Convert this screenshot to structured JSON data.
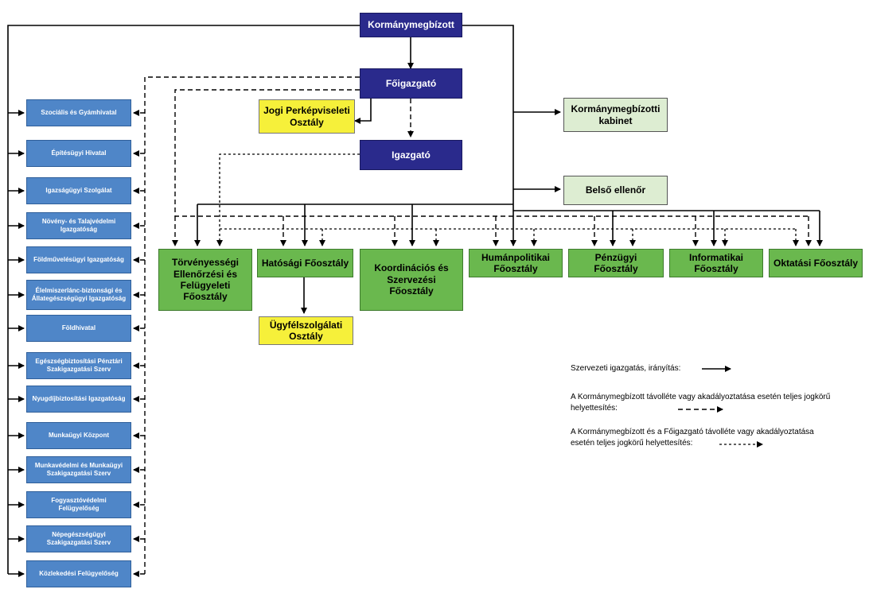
{
  "top": {
    "kormanymegbizott": "Kormánymegbízott",
    "foigazgato": "Főigazgató",
    "igazgato": "Igazgató",
    "jogi": "Jogi Perképviseleti Osztály",
    "kabinet": "Kormánymegbízotti kabinet",
    "belso": "Belső ellenőr"
  },
  "departments": [
    "Törvényességi Ellenőrzési és Felügyeleti Főosztály",
    "Hatósági Főosztály",
    "Koordinációs és Szervezési Főosztály",
    "Humánpolitikai Főosztály",
    "Pénzügyi Főosztály",
    "Informatikai Főosztály",
    "Oktatási Főosztály"
  ],
  "ugyfel": "Ügyfélszolgálati Osztály",
  "offices": [
    "Szociális és Gyámhivatal",
    "Építésügyi Hivatal",
    "Igazságügyi Szolgálat",
    "Növény- és Talajvédelmi Igazgatóság",
    "Földművelésügyi Igazgatóság",
    "Élelmiszerlánc-biztonsági és Állategészségügyi Igazgatóság",
    "Földhivatal",
    "Egészségbiztosítási Pénztári Szakigazgatási Szerv",
    "Nyugdíjbiztosítási Igazgatóság",
    "Munkaügyi Központ",
    "Munkavédelmi és Munkaügyi Szakigazgatási Szerv",
    "Fogyasztóvédelmi Felügyelőség",
    "Népegészségügyi Szakigazgatási Szerv",
    "Közlekedési Felügyelőség"
  ],
  "legend": {
    "solid": "Szervezeti igazgatás, irányítás:",
    "dashed_line1": "A Kormánymegbízott távolléte vagy akadályoztatása esetén teljes jogkörű",
    "dashed_line2": "helyettesítés:",
    "dotted_line1": "A Kormánymegbízott és a Főigazgató távolléte vagy akadályoztatása",
    "dotted_line2": "esetén teljes jogkörű helyettesítés:"
  },
  "colors": {
    "navy": "#2a2a8c",
    "blue": "#4f86c8",
    "yellow": "#f6f03a",
    "light_green": "#ddedd2",
    "green": "#6ab84e"
  }
}
